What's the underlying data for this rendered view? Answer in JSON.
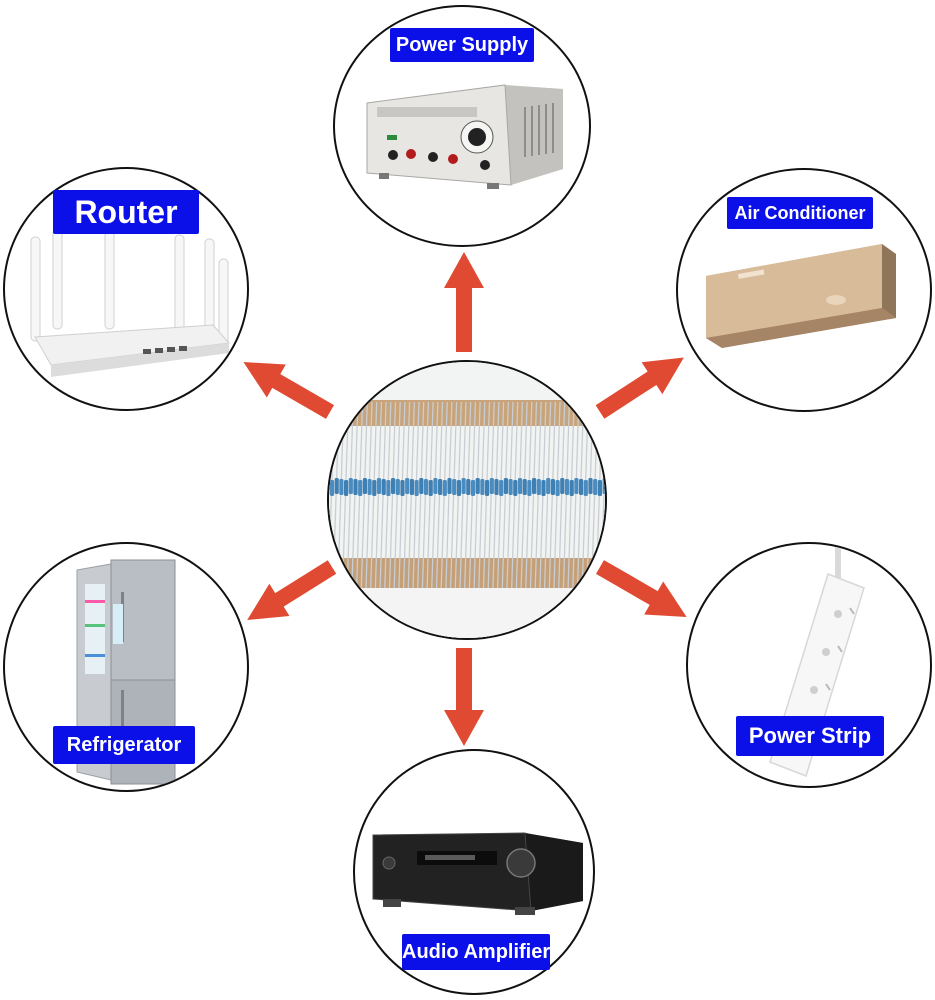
{
  "center": {
    "name": "resistor-tape-strip"
  },
  "applications": [
    {
      "id": "power-supply",
      "label": "Power Supply"
    },
    {
      "id": "router",
      "label": "Router"
    },
    {
      "id": "air-conditioner",
      "label": "Air Conditioner"
    },
    {
      "id": "refrigerator",
      "label": "Refrigerator"
    },
    {
      "id": "power-strip",
      "label": "Power Strip"
    },
    {
      "id": "audio-amplifier",
      "label": "Audio Amplifier"
    }
  ],
  "colors": {
    "label_bg": "#0b10e8",
    "label_text": "#ffffff",
    "arrow": "#e04a32",
    "outline": "#111111"
  }
}
